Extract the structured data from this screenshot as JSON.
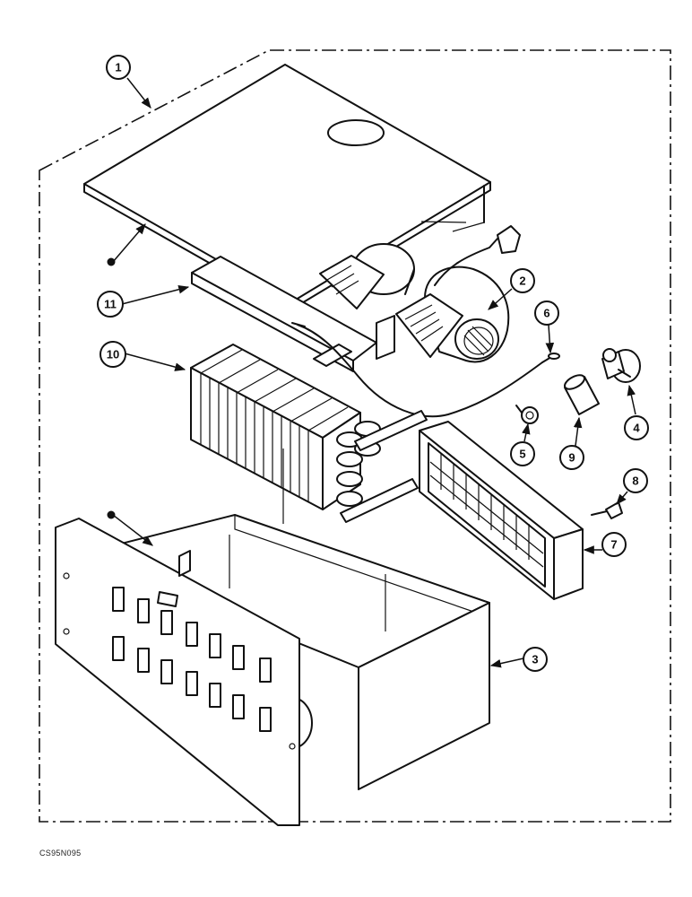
{
  "drawing_code": "CS95N095",
  "callouts": [
    {
      "id": "1",
      "label": "1"
    },
    {
      "id": "2",
      "label": "2"
    },
    {
      "id": "3",
      "label": "3"
    },
    {
      "id": "4",
      "label": "4"
    },
    {
      "id": "5",
      "label": "5"
    },
    {
      "id": "6",
      "label": "6"
    },
    {
      "id": "7",
      "label": "7"
    },
    {
      "id": "8",
      "label": "8"
    },
    {
      "id": "9",
      "label": "9"
    },
    {
      "id": "10",
      "label": "10"
    },
    {
      "id": "11",
      "label": "11"
    }
  ]
}
